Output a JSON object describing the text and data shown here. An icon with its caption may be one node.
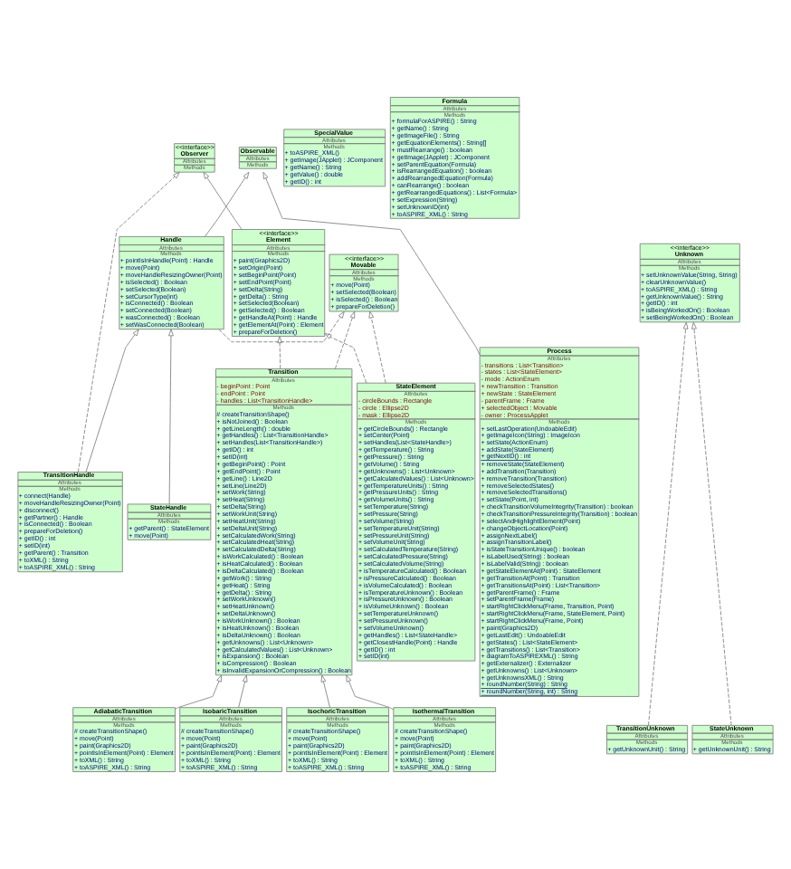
{
  "diagram": {
    "nodes": [
      {
        "text": [
          "<<interface>>",
          "Observer",
          "Attributes",
          "Methods"
        ]
      },
      {
        "text": [
          "Observable",
          "Attributes",
          "Methods"
        ]
      },
      {
        "text": [
          "<<interface>>",
          "Element",
          "Attributes",
          "Methods",
          "+ paint(Graphics2D)",
          "+ setOrigin(Point)",
          "+ setBeginPoint(Point)",
          "+ setEndPoint(Point)",
          "+ setDelta(String)",
          "+ getDelta() : String",
          "+ setSelected(Boolean)",
          "+ getSelected() : Boolean",
          "+ getHandleAt(Point) : Handle",
          "+ getElementAt(Point) : Element",
          "+ prepareForDeletion()"
        ]
      },
      {
        "text": [
          "<<interface>>",
          "Movable",
          "Attributes",
          "Methods",
          "+ move(Point)",
          "+ setSelected(Boolean)",
          "+ isSelected() : Boolean",
          "+ prepareForDeletion()"
        ]
      },
      {
        "text": [
          "Handle",
          "Attributes",
          "Methods",
          "+ pointIsInHandle(Point) : Handle",
          "+ move(Point)",
          "+ moveHandleResizingOwner(Point)",
          "+ isSelected() : Boolean",
          "+ setSelected(Boolean)",
          "+ setCursorType(int)",
          "+ isConnected() : Boolean",
          "+ setConnected(Boolean)",
          "+ wasConnected() : Boolean",
          "+ setWasConnected(Boolean)"
        ]
      },
      {
        "text": [
          "Process",
          "Attributes",
          "- transitions : List<Transition>",
          "- states : List<StateElement>",
          "- mode : ActionEnum",
          "+ newTransition : Transition",
          "+ newState : StateElement",
          "- parentFrame : Frame",
          "+ selectedObject : Movable",
          "- owner : ProcessApplet",
          "Methods",
          "+ setLastOperation(UndoableEdit)",
          "+ getImageIcon(String) : ImageIcon",
          "+ setState(ActionEnum)",
          "+ addState(StateElement)",
          "+ getNextID() : int",
          "+ removeState(StateElement)",
          "+ addTransition(Transition)",
          "+ removeTransition(Transition)",
          "+ removeSelectedStates()",
          "+ removeSelectedTransitions()",
          "+ setState(Point, int)",
          "+ checkTransitionVolumeIntegrity(Transition) : boolean",
          "+ checkTransitionPressureIntegrity(Transition) : boolean",
          "+ selectAndHighlightElement(Point)",
          "+ changeObjectLocation(Point)",
          "+ assignNextLabel()",
          "+ assignTransitionLabel()",
          "+ isStateTransitionUnique() : boolean",
          "+ isLabelUsed(String) : boolean",
          "+ isLabelValid(String) : boolean",
          "+ getStateElementAt(Point) : StateElement",
          "+ getTransitionAt(Point) : Transition",
          "+ getTransitionsAt(Point) : List<Transition>",
          "+ getParentFrame() : Frame",
          "+ setParentFrame(Frame)",
          "+ startRightClickMenu(Frame, Transition, Point)",
          "+ startRightClickMenu(Frame, StateElement, Point)",
          "+ startRightClickMenu(Frame, Point)",
          "+ paint(Graphics2D)",
          "+ getLastEdit() : UndoableEdit",
          "+ getStates() : List<StateElement>",
          "+ getTransitions() : List<Transition>",
          "+ diagramToASPIREXML() : String",
          "+ getExternalizer() : Externalizer",
          "+ getUnknowns() : List<Unknown>",
          "+ getUnknownsXML() : String",
          "+ roundNumber(String) : String",
          "+ roundNumber(String, int) : String"
        ]
      },
      {
        "text": [
          "StateElement",
          "Attributes",
          "- circleBounds : Rectangle",
          "- circle : Ellipse2D",
          "- mask : Ellipse2D",
          "Methods",
          "+ getCircleBounds() : Rectangle",
          "+ setCenter(Point)",
          "+ setHandles(List<StateHandle>)",
          "+ getTemperature() : String",
          "+ getPressure() : String",
          "+ getVolume() : String",
          "+ getUnknowns() : List<Unknown>",
          "+ getCalculatedValues() : List<Unknown>",
          "+ getTemperatureUnits() : String",
          "+ getPressureUnits() : String",
          "+ getVolumeUnits() : String",
          "+ setTemperature(String)",
          "+ setPressure(String)",
          "+ setVolume(String)",
          "+ setTemperatureUnit(String)",
          "+ setPressureUnit(String)",
          "+ setVolumeUnit(String)",
          "+ setCalculatedTemperature(String)",
          "+ setCalculatedPressure(String)",
          "+ setCalculatedVolume(String)",
          "+ isTemperatureCalculated() : Boolean",
          "+ isPressureCalculated() : Boolean",
          "+ isVolumeCalculated() : Boolean",
          "+ isTemperatureUnknown() : Boolean",
          "+ isPressureUnknown() : Boolean",
          "+ isVolumeUnknown() : Boolean",
          "+ setTemperatureUnknown()",
          "+ setPressureUnknown()",
          "+ setVolumeUnknown()",
          "+ getHandles() : List<StateHandle>",
          "+ getClosestHandle(Point) : Handle",
          "+ getID() : int",
          "+ setID(int)"
        ]
      },
      {
        "text": [
          "Transition",
          "Attributes",
          "- beginPoint : Point",
          "- endPoint : Point",
          "- handles : List<TransitionHandle>",
          "Methods",
          "# createTransitionShape()",
          "+ isNotJoined() : Boolean",
          "+ getLineLength() : double",
          "+ getHandles() : List<TransitionHandle>",
          "+ setHandles(List<TransitionHandle>)",
          "+ getID() : int",
          "+ setID(int)",
          "+ getBeginPoint() : Point",
          "+ getEndPoint() : Point",
          "+ getLine() : Line2D",
          "+ setLine(Line2D)",
          "+ setWork(String)",
          "+ setHeat(String)",
          "+ setDelta(String)",
          "+ setWorkUnit(String)",
          "+ setHeatUnit(String)",
          "+ setDeltaUnit(String)",
          "+ setCalculatedWork(String)",
          "+ setCalculatedHeat(String)",
          "+ setCalculatedDelta(String)",
          "+ isWorkCalculated() : Boolean",
          "+ isHeatCalculated() : Boolean",
          "+ isDeltaCalculated() : Boolean",
          "+ getWork() : String",
          "+ getHeat() : String",
          "+ getDelta() : String",
          "+ setWorkUnknown()",
          "+ setHeatUnknown()",
          "+ setDeltaUnknown()",
          "+ isWorkUnknown() : Boolean",
          "+ isHeatUnknown() : Boolean",
          "+ isDeltaUnknown() : Boolean",
          "+ getUnknowns() : List<Unknown>",
          "+ getCalculatedValues() : List<Unknown>",
          "+ isExpansion() : Boolean",
          "+ isCompression() : Boolean",
          "+ isInvalidExpansionOrCompression() : Boolean"
        ]
      },
      {
        "text": [
          "TransitionHandle",
          "Attributes",
          "Methods",
          "+ connect(Handle)",
          "+ moveHandleResizingOwner(Point)",
          "+ disconnect()",
          "+ getPartner() : Handle",
          "+ isConnected() : Boolean",
          "+ prepareForDeletion()",
          "+ getID() : int",
          "+ setID(int)",
          "+ getParent() : Transition",
          "+ toXML() : String",
          "+ toASPIRE_XML() : String"
        ]
      },
      {
        "text": [
          "StateHandle",
          "Attributes",
          "Methods",
          "+ getParent() : StateElement",
          "+ move(Point)"
        ]
      },
      {
        "text": [
          "<<interface>>",
          "Unknown",
          "Attributes",
          "Methods",
          "+ setUnknownValue(String, String)",
          "+ clearUnknownValue()",
          "+ toASPIRE_XML() : String",
          "+ getUnknownValue() : String",
          "+ getID() : int",
          "+ isBeingWorkedOn() : Boolean",
          "+ setBeingWorkedOn() : Boolean"
        ]
      },
      {
        "text": [
          "TransitionUnknown",
          "Attributes",
          "Methods",
          "+ getUnknownUnit() : String"
        ]
      },
      {
        "text": [
          "StateUnknown",
          "Attributes",
          "Methods",
          "+ getUnknownUnit() : String"
        ]
      },
      {
        "text": [
          "AdiabaticTransition",
          "Attributes",
          "Methods",
          "# createTransitionShape()",
          "+ move(Point)",
          "+ paint(Graphics2D)",
          "+ pointIsInElement(Point) : Element",
          "+ toXML() : String",
          "+ toASPIRE_XML() : String"
        ]
      },
      {
        "text": [
          "IsobaricTransition",
          "Attributes",
          "Methods",
          "# createTransitionShape()",
          "+ move(Point)",
          "+ paint(Graphics2D)",
          "+ pointIsInElement(Point) : Element",
          "+ toXML() : String",
          "+ toASPIRE_XML() : String"
        ]
      },
      {
        "text": [
          "IsochoricTransition",
          "Attributes",
          "Methods",
          "# createTransitionShape()",
          "+ move(Point)",
          "+ paint(Graphics2D)",
          "+ pointIsInElement(Point) : Element",
          "+ toXML() : String",
          "+ toASPIRE_XML() : String"
        ]
      },
      {
        "text": [
          "IsothermalTransition",
          "Attributes",
          "Methods",
          "# createTransitionShape()",
          "+ move(Point)",
          "+ paint(Graphics2D)",
          "+ pointIsInElement(Point) : Element",
          "+ toXML() : String",
          "+ toASPIRE_XML() : String"
        ]
      },
      {
        "text": [
          "SpecialValue",
          "Attributes",
          "Methods",
          "+ toASPIRE_XML()",
          "+ getImage(JApplet) : JComponent",
          "+ getName() : String",
          "+ getValue() : double",
          "+ getID() : int"
        ]
      },
      {
        "text": [
          "Formula",
          "Attributes",
          "Methods",
          "+ formulaForASPIRE() : String",
          "+ getName() : String",
          "+ getImageFile() : String",
          "+ getEquationElements() : String[]",
          "+ mustRearrange() : boolean",
          "+ getImage(JApplet) : JComponent",
          "+ setParentEquation(Formula)",
          "+ isRearrangedEquation() : boolean",
          "+ addRearrangedEquation(Formula)",
          "+ canRearrange() : boolean",
          "+ getRearrangedEquations() : List<Formula>",
          "+ setExpression(String)",
          "+ setUnknownID(int)",
          "+ toASPIRE_XML() : String"
        ]
      }
    ],
    "edges": [
      {
        "from": 2,
        "to": 0,
        "arrow": "to"
      },
      {
        "from": 8,
        "to": 0,
        "arrow": "to",
        "style": "dashed"
      },
      {
        "from": 4,
        "to": 1,
        "arrow": "to"
      },
      {
        "from": 5,
        "to": 1,
        "arrow": "to"
      },
      {
        "from": 4,
        "to": 3,
        "arrow": "to",
        "style": "dashed"
      },
      {
        "from": 6,
        "to": 2,
        "arrow": "to",
        "style": "dashed"
      },
      {
        "from": 7,
        "to": 2,
        "arrow": "to",
        "style": "dashed"
      },
      {
        "from": 6,
        "to": 3,
        "arrow": "to",
        "style": "dashed"
      },
      {
        "from": 7,
        "to": 3,
        "arrow": "to",
        "style": "dashed"
      },
      {
        "from": 8,
        "to": 4,
        "arrow": "to"
      },
      {
        "from": 9,
        "to": 4,
        "arrow": "to"
      },
      {
        "from": 11,
        "to": 10,
        "arrow": "to",
        "style": "dashed"
      },
      {
        "from": 12,
        "to": 10,
        "arrow": "to",
        "style": "dashed"
      },
      {
        "from": 13,
        "to": 7,
        "arrow": "to"
      },
      {
        "from": 14,
        "to": 7,
        "arrow": "to"
      },
      {
        "from": 15,
        "to": 7,
        "arrow": "to"
      },
      {
        "from": 16,
        "to": 7,
        "arrow": "to"
      }
    ]
  }
}
